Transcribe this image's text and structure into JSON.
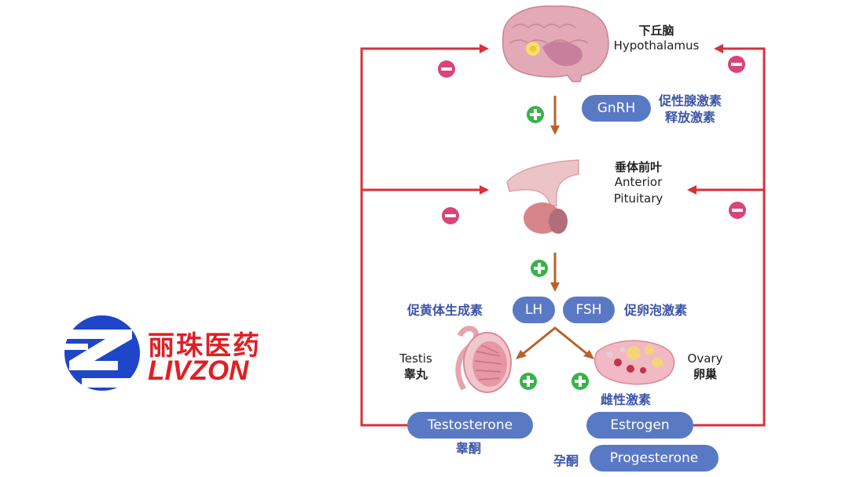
{
  "logo": {
    "name_cn": "丽珠医药",
    "name_en": "LIVZON",
    "brand_blue": "#1f45c8",
    "brand_red": "#e01f25"
  },
  "hypothalamus": {
    "cn": "下丘脑",
    "en": "Hypothalamus"
  },
  "gnrh": {
    "label": "GnRH",
    "cn_line1": "促性腺激素",
    "cn_line2": "释放激素"
  },
  "pituitary": {
    "cn": "垂体前叶",
    "en_line1": "Anterior",
    "en_line2": "Pituitary"
  },
  "lh": {
    "label": "LH",
    "cn": "促黄体生成素"
  },
  "fsh": {
    "label": "FSH",
    "cn": "促卵泡激素"
  },
  "testis": {
    "en": "Testis",
    "cn": "睾丸"
  },
  "ovary": {
    "en": "Ovary",
    "cn": "卵巢"
  },
  "estrogen_cn": "雌性激素",
  "testosterone": {
    "label": "Testosterone",
    "cn": "睾酮"
  },
  "estrogen": {
    "label": "Estrogen"
  },
  "progesterone": {
    "label": "Progesterone",
    "cn": "孕酮"
  },
  "colors": {
    "feedback_red": "#d9303a",
    "arrow_brown": "#b8622a",
    "pill_blue": "#5a79c4",
    "plus_green": "#38b24a",
    "minus_pink": "#d8457a"
  }
}
